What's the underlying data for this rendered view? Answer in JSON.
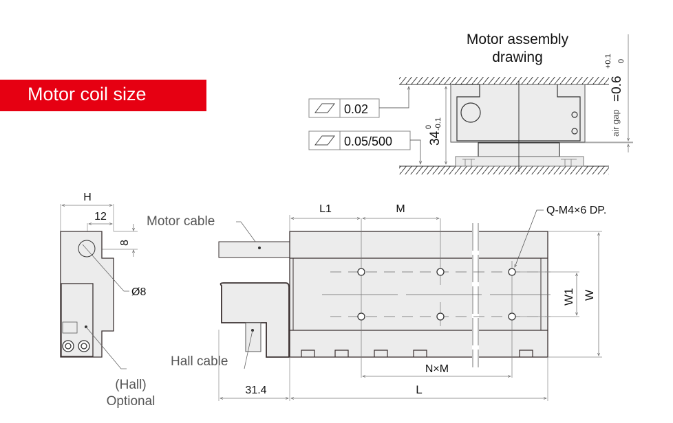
{
  "banner": {
    "title": "Motor coil size",
    "color": "#e60012"
  },
  "assembly": {
    "title_line1": "Motor assembly",
    "title_line2": "drawing",
    "flatness_tol": "0.02",
    "parallel_tol": "0.05/500",
    "height_value": "34",
    "height_upper": "0",
    "height_lower": "-0.1",
    "air_gap_label": "air gap",
    "air_gap_value": "=0.6",
    "air_gap_upper": "+0.1",
    "air_gap_lower": "0"
  },
  "side_view": {
    "width_label": "H",
    "offset_label": "12",
    "vertical_label": "8",
    "hole_label": "Ø8",
    "hall_label_line1": "(Hall)",
    "hall_label_line2": "Optional"
  },
  "top_view": {
    "motor_cable_label": "Motor cable",
    "hall_cable_label": "Hall cable",
    "l1_label": "L1",
    "m_label": "M",
    "holes_label": "Q-M4×6 DP.",
    "w1_label": "W1",
    "w_label": "W",
    "nxm_label": "N×M",
    "l_label": "L",
    "cable_offset_label": "31.4"
  },
  "colors": {
    "part_fill": "#ececec",
    "outline": "#3a3030",
    "dim_line": "#777777"
  }
}
